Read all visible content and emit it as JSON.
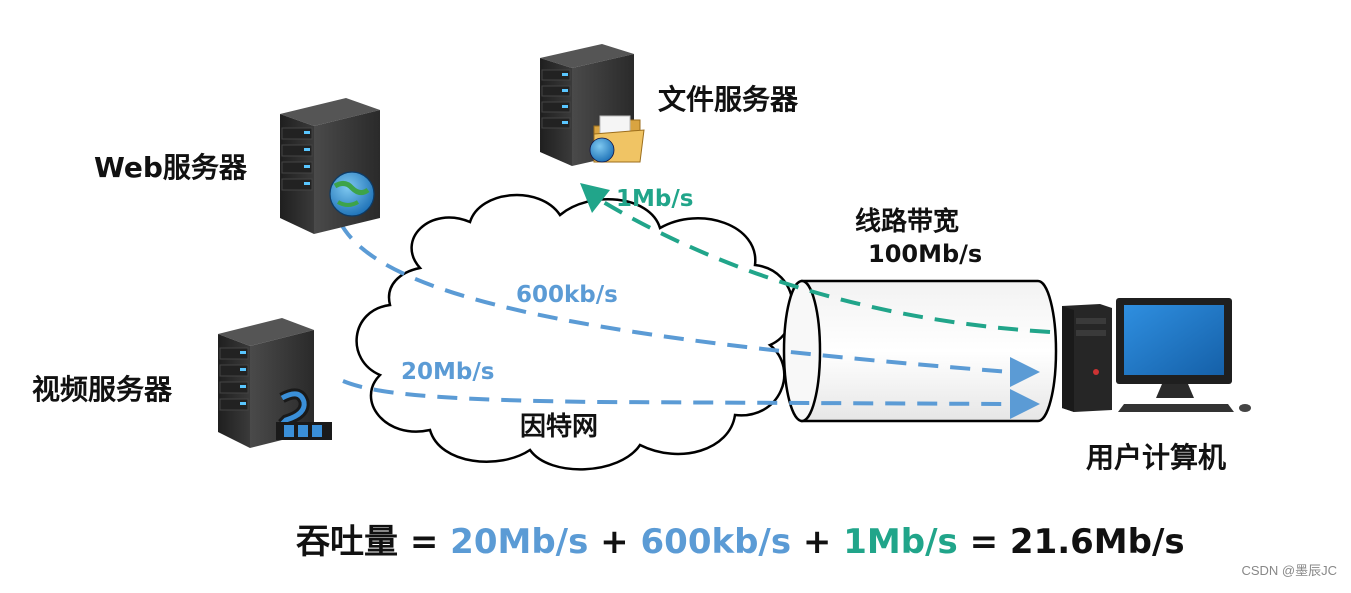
{
  "labels": {
    "web_server": "Web服务器",
    "file_server": "文件服务器",
    "video_server": "视频服务器",
    "user_computer": "用户计算机",
    "link_bandwidth_title": "线路带宽",
    "link_bandwidth_value": "100Mb/s",
    "internet": "因特网"
  },
  "rates": {
    "file": "1Mb/s",
    "web": "600kb/s",
    "video": "20Mb/s"
  },
  "formula": {
    "prefix": "吞吐量",
    "eq1": " = ",
    "term1": "20Mb/s",
    "plus1": " + ",
    "term2": "600kb/s",
    "plus2": " + ",
    "term3": "1Mb/s",
    "eq2": " = ",
    "result": "21.6Mb/s"
  },
  "colors": {
    "web_flow": "#5b9bd5",
    "video_flow": "#5b9bd5",
    "file_flow": "#21a58a",
    "server_body": "#2d2d2d",
    "monitor_screen": "#1e78c8"
  },
  "icons": {
    "web_server": "server-globe-icon",
    "file_server": "server-folder-icon",
    "video_server": "server-film-icon",
    "user_computer": "desktop-computer-icon",
    "internet": "cloud-icon",
    "link": "pipe-cylinder-icon"
  },
  "watermark": "CSDN @墨辰JC"
}
